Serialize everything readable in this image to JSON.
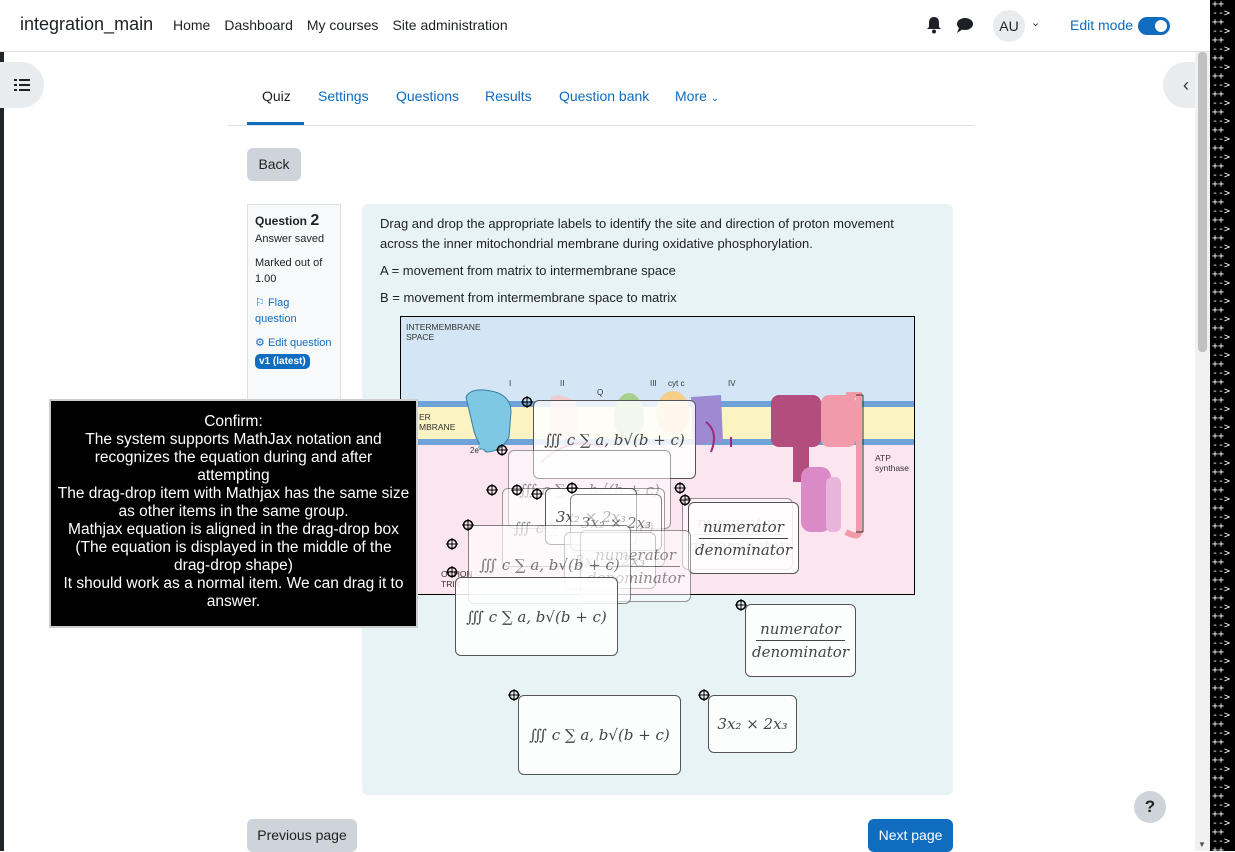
{
  "navbar": {
    "site_name": "integration_main",
    "links": [
      "Home",
      "Dashboard",
      "My courses",
      "Site administration"
    ],
    "avatar_initials": "AU",
    "edit_mode_label": "Edit mode"
  },
  "tabs": [
    {
      "label": "Quiz",
      "active": true
    },
    {
      "label": "Settings"
    },
    {
      "label": "Questions"
    },
    {
      "label": "Results"
    },
    {
      "label": "Question bank"
    },
    {
      "label": "More"
    }
  ],
  "back_button": "Back",
  "question_info": {
    "question_word": "Question",
    "number": "2",
    "state": "Answer saved",
    "marked_out_of": "Marked out of",
    "max_mark": "1.00",
    "flag": "Flag question",
    "edit": "Edit question",
    "version_badge": "v1 (latest)"
  },
  "question": {
    "text": "Drag and drop the appropriate labels to identify the site and direction of proton movement across the inner mitochondrial membrane during oxidative phosphorylation.",
    "option_a": "A = movement from matrix to intermembrane space",
    "option_b": "B = movement from intermembrane space to matrix"
  },
  "diagram": {
    "labels": {
      "intermembrane": "INTERMEMBRANE SPACE",
      "membrane": "ER MBRANE",
      "matrix": "OCHON TRIX",
      "complex_i": "I",
      "complex_ii": "II",
      "q": "Q",
      "complex_iii": "III",
      "cytc": "cyt c",
      "complex_iv": "IV",
      "electrons": "2e⁻",
      "atp_synthase": "ATP synthase"
    }
  },
  "drag_items": {
    "integral": "∭ c ∑ a, b√(b + c)",
    "product": "3x₂ × 2x₃",
    "numerator": "numerator",
    "denominator": "denominator"
  },
  "tooltip": {
    "lines": [
      "Confirm:",
      "The system supports MathJax notation and recognizes the equation during and after attempting",
      "The drag-drop item with Mathjax has the same size as other items in the same group.",
      "Mathjax equation is aligned in the drag-drop box (The equation is displayed in the middle of the drag-drop shape)",
      "It should work as a normal item. We can drag it to answer."
    ]
  },
  "footer": {
    "previous": "Previous page",
    "next": "Next page",
    "help": "?"
  },
  "terminal_strip": [
    "++",
    "-->"
  ],
  "colors": {
    "primary": "#0f6cbf",
    "question_bg": "#e7f3f5",
    "intermembrane": "#d4e6f5",
    "membrane": "#fbf3c2",
    "matrix": "#fbe6ef"
  }
}
